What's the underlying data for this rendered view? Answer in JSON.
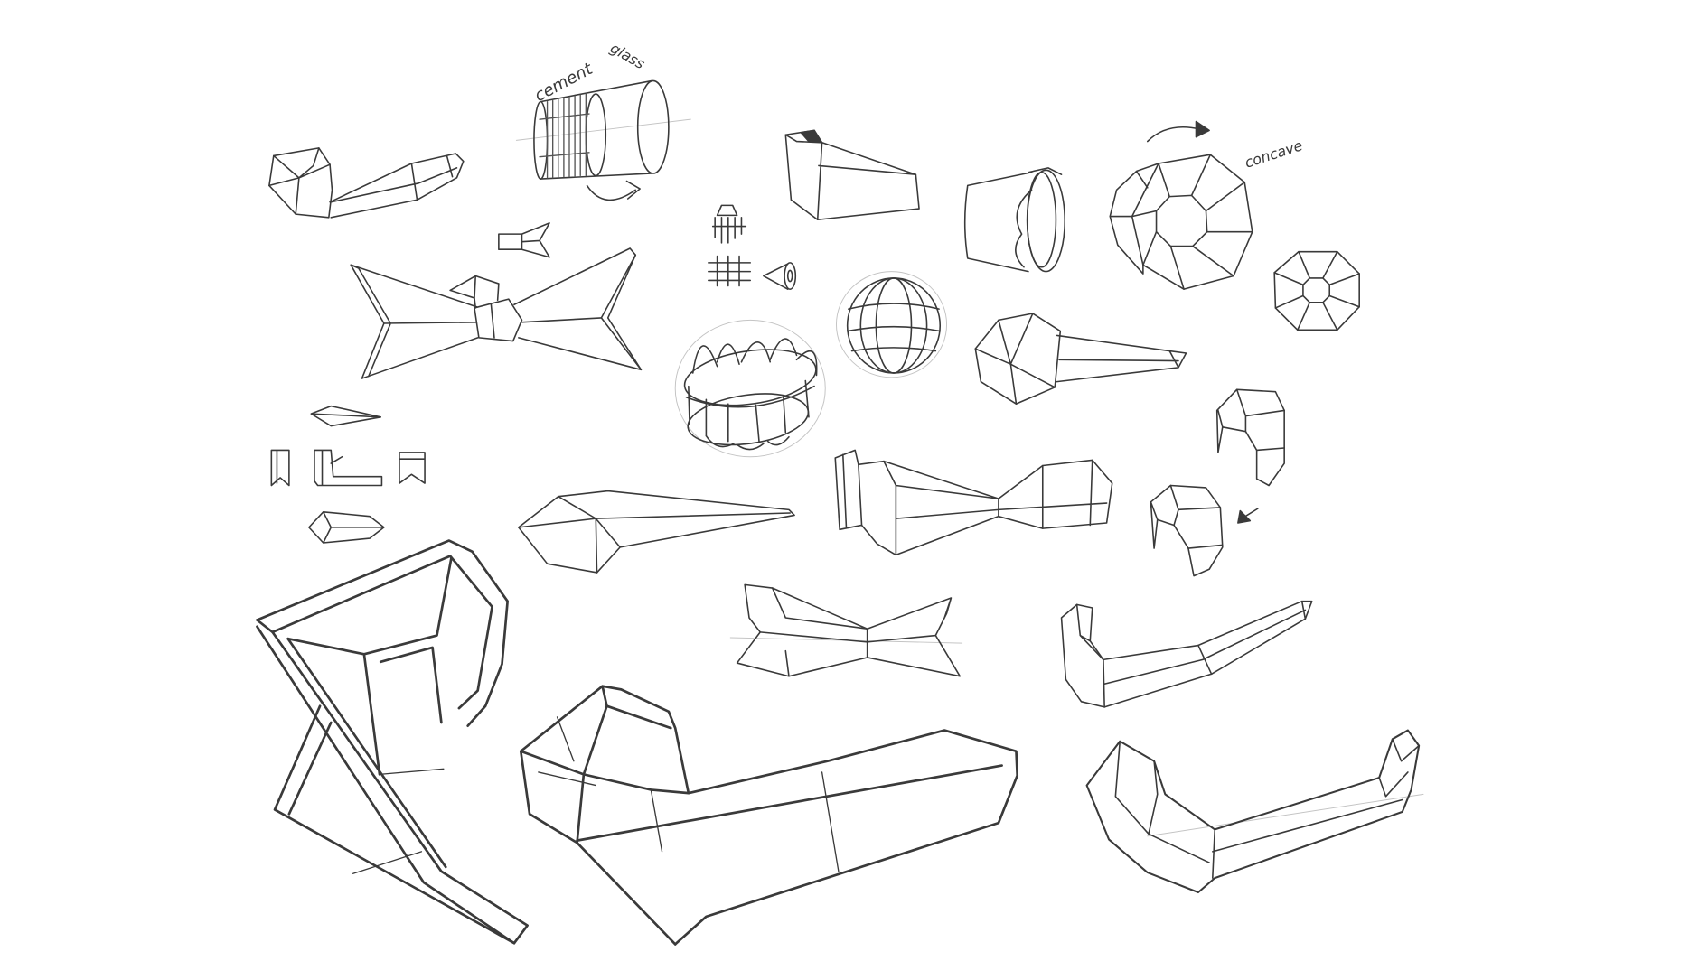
{
  "page": {
    "background_color": "#ffffff",
    "ink_color": "#3a3a3a"
  },
  "annotations": {
    "cement": "cement",
    "glass": "glass",
    "concave": "concave"
  }
}
